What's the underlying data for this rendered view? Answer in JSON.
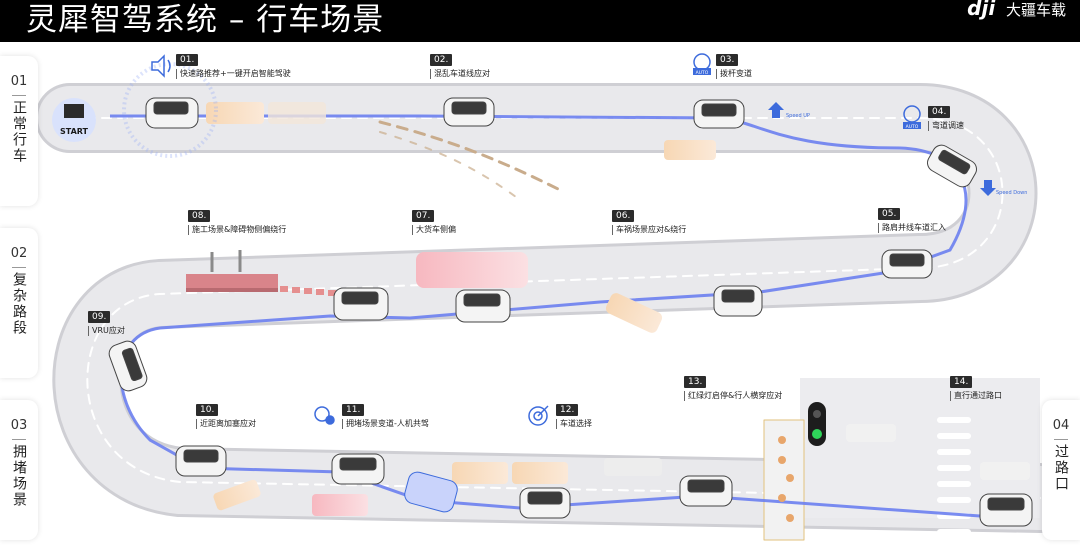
{
  "header": {
    "title": "灵犀智驾系统 – 行车场景",
    "brand_logo": "dji",
    "brand_text": "大疆车载"
  },
  "start_label": "START",
  "speed_up": "Speed UP",
  "speed_down": "Speed Down",
  "auto_label": "AUTO",
  "sections": [
    {
      "num": "01",
      "label": "正常行车"
    },
    {
      "num": "02",
      "label": "复杂路段"
    },
    {
      "num": "03",
      "label": "拥堵场景"
    },
    {
      "num": "04",
      "label": "过路口"
    }
  ],
  "steps": [
    {
      "num": "01.",
      "label": "快速路推荐+一键开启智能驾驶"
    },
    {
      "num": "02.",
      "label": "混乱车道线应对"
    },
    {
      "num": "03.",
      "label": "拨杆变道"
    },
    {
      "num": "04.",
      "label": "弯道调速"
    },
    {
      "num": "05.",
      "label": "路肩并线车道汇入"
    },
    {
      "num": "06.",
      "label": "车祸场景应对&绕行"
    },
    {
      "num": "07.",
      "label": "大货车侧偏"
    },
    {
      "num": "08.",
      "label": "施工场景&障碍物侧偏绕行"
    },
    {
      "num": "09.",
      "label": "VRU应对"
    },
    {
      "num": "10.",
      "label": "近距离加塞应对"
    },
    {
      "num": "11.",
      "label": "拥堵场景变道-人机共驾"
    },
    {
      "num": "12.",
      "label": "车道选择"
    },
    {
      "num": "13.",
      "label": "红绿灯启停&行人横穿应对"
    },
    {
      "num": "14.",
      "label": "直行通过路口"
    }
  ],
  "colors": {
    "route": "#6c7ff0",
    "road": "#e6e6e9",
    "road_edge": "#cfcfd4",
    "accent": "#3d6bdc",
    "traffic_green": "#2fd45a"
  }
}
